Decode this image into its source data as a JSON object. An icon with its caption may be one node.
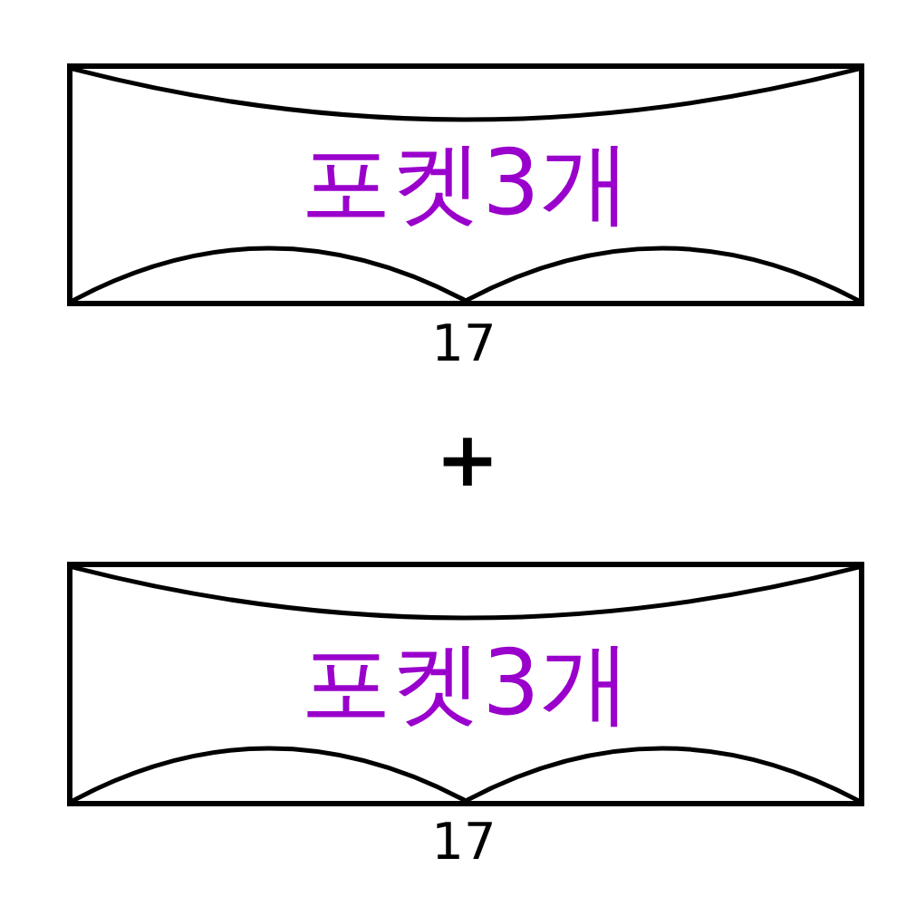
{
  "diagram": {
    "nodes": [
      {
        "text": [
          "포켓3개"
        ]
      },
      {
        "text": [
          "포켓3개"
        ]
      }
    ],
    "labels": [
      "17",
      "+",
      "17"
    ]
  }
}
